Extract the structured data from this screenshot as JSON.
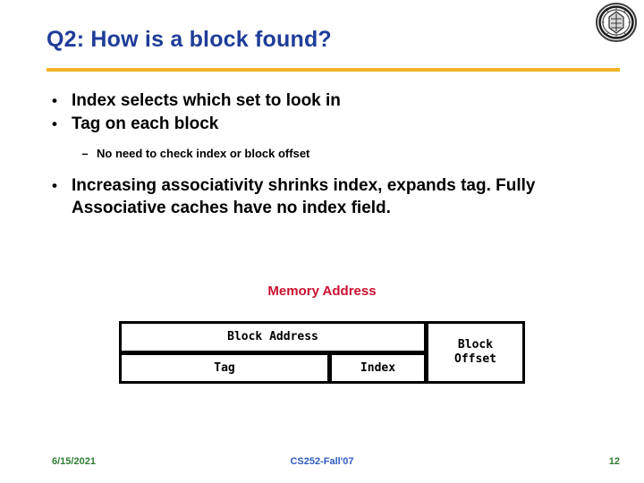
{
  "slide": {
    "title": "Q2: How is a block found?",
    "title_color": "#1f3d99",
    "rule_color": "#f0b323",
    "background": "#ffffff"
  },
  "logo": {
    "icon": "university-seal-icon"
  },
  "bullets": [
    {
      "level": 1,
      "marker": "•",
      "text": "Index selects which set to look in"
    },
    {
      "level": 1,
      "marker": "•",
      "text": "Tag on each block"
    },
    {
      "level": 2,
      "marker": "–",
      "text": "No need to check index or block offset"
    },
    {
      "level": 1,
      "marker": "•",
      "text": "Increasing associativity shrinks index, expands tag.  Fully Associative caches have no index field."
    }
  ],
  "diagram": {
    "caption": "Memory Address",
    "caption_color": "#c8102e",
    "cells": {
      "block_address": "Block Address",
      "tag": "Tag",
      "index": "Index",
      "block_offset": "Block\nOffset",
      "block_offset_line1": "Block",
      "block_offset_line2": "Offset"
    }
  },
  "footer": {
    "date": "6/15/2021",
    "date_color": "#2e7d32",
    "course": "CS252-Fall'07",
    "course_color": "#2f5bbf",
    "page": "12",
    "page_color": "#2e7d32"
  }
}
